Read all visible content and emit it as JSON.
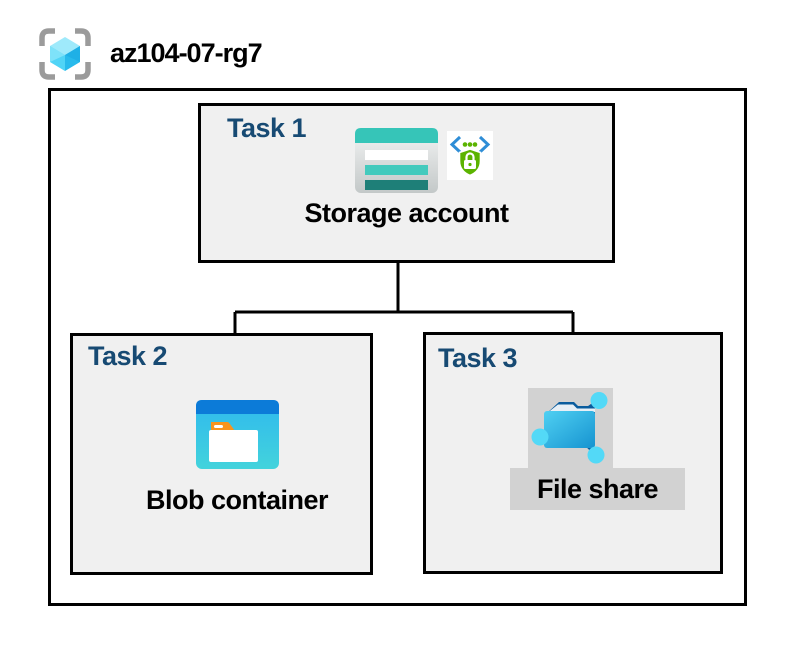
{
  "header": {
    "resource_group_name": "az104-07-rg7",
    "icon": "resource-group-icon"
  },
  "tasks": [
    {
      "label": "Task 1",
      "item": "Storage account",
      "icons": [
        "storage-account-icon",
        "code-security-badge-icon"
      ]
    },
    {
      "label": "Task 2",
      "item": "Blob container",
      "icons": [
        "blob-container-icon"
      ]
    },
    {
      "label": "Task 3",
      "item": "File share",
      "icons": [
        "file-share-icon"
      ],
      "highlighted": true
    }
  ],
  "connections": [
    {
      "from": "Storage account",
      "to": "Blob container"
    },
    {
      "from": "Storage account",
      "to": "File share"
    }
  ],
  "colors": {
    "background": "#FFFFFF",
    "box_fill": "#F0F0F0",
    "box_border": "#000000",
    "connector": "#000000",
    "task_label": "#174A73",
    "caption_text": "#000000",
    "highlight_gray": "#D2D2D2",
    "rg_bracket": "#9B9B9B",
    "cube_top": "#9FEAFB",
    "cube_left": "#50D4F6",
    "cube_right": "#28BAEC",
    "storage_teal": "#36C5B8",
    "storage_bar_teal": "#43CABD",
    "storage_bar_dark": "#1E7F78",
    "storage_body_top": "#F3F4F4",
    "storage_body_bottom": "#C3C8C8",
    "badge_blue": "#2E8DD6",
    "badge_green": "#5BB300",
    "blob_titlebar": "#0C7BD8",
    "blob_body_top": "#2FB9EE",
    "blob_body_bottom": "#43D3DC",
    "blob_tab_orange": "#F7941E",
    "fs_folder_top": "#4FD0F2",
    "fs_folder_bottom": "#1693D0",
    "fs_flap_dark": "#0A5C9E",
    "fs_node_cyan": "#53D9F7"
  }
}
